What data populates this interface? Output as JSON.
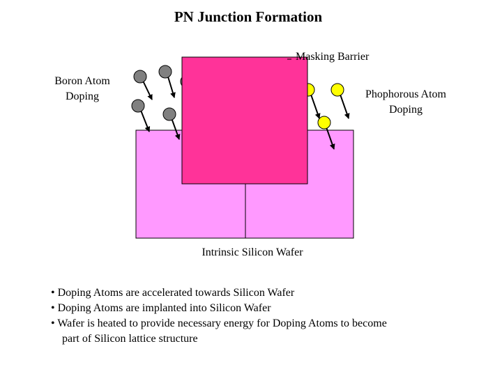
{
  "title": "PN Junction Formation",
  "labels": {
    "masking_barrier": "Masking Barrier",
    "boron_line1": "Boron Atom",
    "boron_line2": "Doping",
    "phos_line1": "Phophorous Atom",
    "phos_line2": "Doping",
    "wafer": "Intrinsic Silicon Wafer"
  },
  "bullets": [
    "• Doping Atoms are accelerated towards Silicon Wafer",
    "• Doping Atoms are implanted into Silicon Wafer",
    "• Wafer is heated to provide necessary energy for Doping Atoms to become",
    "part of Silicon lattice structure"
  ],
  "colors": {
    "wafer": "#ff99ff",
    "mask": "#ff3399",
    "boron_atom": "#808080",
    "phosphorus_atom": "#ffff00"
  }
}
